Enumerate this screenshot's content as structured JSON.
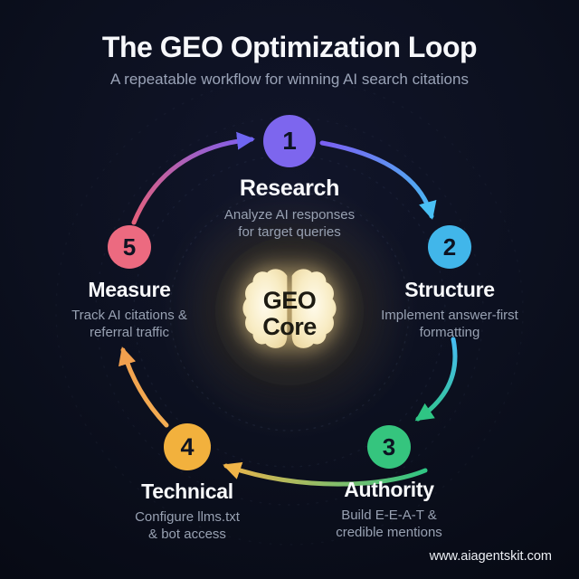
{
  "header": {
    "title": "The GEO Optimization Loop",
    "subtitle": "A repeatable workflow for winning AI search citations"
  },
  "core": {
    "icon": "brain-icon",
    "line1": "GEO",
    "line2": "Core",
    "glow_color": "#ffe29a",
    "brain_fill": "#f8ecc4"
  },
  "steps": [
    {
      "number": "1",
      "label": "Research",
      "desc1": "Analyze AI responses",
      "desc2": "for target queries",
      "color": "#7d66ee"
    },
    {
      "number": "2",
      "label": "Structure",
      "desc1": "Implement answer-first",
      "desc2": "formatting",
      "color": "#41b6ea"
    },
    {
      "number": "3",
      "label": "Authority",
      "desc1": "Build E-E-A-T &",
      "desc2": "credible mentions",
      "color": "#35c57e"
    },
    {
      "number": "4",
      "label": "Technical",
      "desc1": "Configure llms.txt",
      "desc2": "& bot access",
      "color": "#f2b13d"
    },
    {
      "number": "5",
      "label": "Measure",
      "desc1": "Track AI citations &",
      "desc2": "referral traffic",
      "color": "#ec6a80"
    }
  ],
  "arrows": [
    {
      "name": "arrow-5-to-1",
      "from": "Measure",
      "to": "Research",
      "gradient": [
        "#e4607a",
        "#7b5ff2"
      ]
    },
    {
      "name": "arrow-1-to-2",
      "from": "Research",
      "to": "Structure",
      "gradient": [
        "#7b5ff2",
        "#47bdf2"
      ]
    },
    {
      "name": "arrow-2-to-3",
      "from": "Structure",
      "to": "Authority",
      "gradient": [
        "#47bdf2",
        "#2fc584"
      ]
    },
    {
      "name": "arrow-3-to-4",
      "from": "Authority",
      "to": "Technical",
      "gradient": [
        "#2fc584",
        "#efb44a"
      ]
    },
    {
      "name": "arrow-4-to-5",
      "from": "Technical",
      "to": "Measure",
      "gradient": [
        "#f3ad52",
        "#f2a04e"
      ]
    }
  ],
  "footer": {
    "website": "www.aiagentskit.com"
  },
  "colors": {
    "background": "#0c101f",
    "title_text": "#f7f8fb",
    "subtitle_text": "#9aa3b7",
    "step_label_text": "#f8f9fb",
    "step_desc_text": "#98a1b2",
    "step_number_text": "#0d1322"
  }
}
